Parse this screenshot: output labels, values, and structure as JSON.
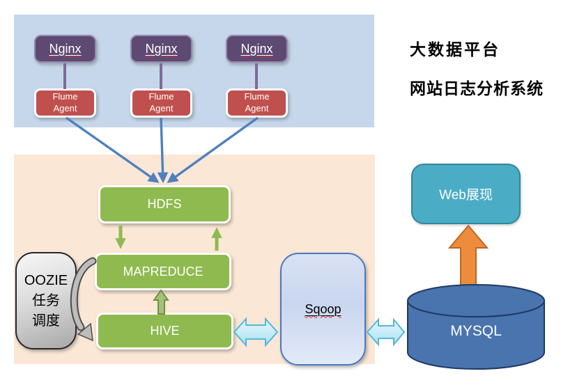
{
  "title": {
    "line1": "大数据平台",
    "line2": "网站日志分析系统"
  },
  "nginx_nodes": [
    {
      "label": "Nginx"
    },
    {
      "label": "Nginx"
    },
    {
      "label": "Nginx"
    }
  ],
  "flume_nodes": [
    {
      "label": "Flume Agent"
    },
    {
      "label": "Flume Agent"
    },
    {
      "label": "Flume Agent"
    }
  ],
  "hadoop": {
    "hdfs": "HDFS",
    "mapreduce": "MAPREDUCE",
    "hive": "HIVE"
  },
  "oozie": {
    "line1": "OOZIE",
    "line2": "任务",
    "line3": "调度"
  },
  "sqoop": {
    "label": "Sqoop"
  },
  "mysql": {
    "label": "MYSQL"
  },
  "web": {
    "label": "Web展现"
  },
  "colors": {
    "collect_region_bg": "#c6d7eb",
    "process_region_bg": "#fbe7d5",
    "nginx_purple": "#5c4a73",
    "flume_red": "#c0504d",
    "hadoop_green": "#8fba4f",
    "oozie_gray": "#c9c9c9",
    "sqoop_blue": "#d2ddf2",
    "mysql_blue": "#4a74ae",
    "web_teal": "#4bacc6",
    "flow_arrow_blue": "#4e81bd",
    "transfer_arrow_cyan": "#c9ecf8",
    "publish_arrow_orange": "#ed8c3d"
  }
}
